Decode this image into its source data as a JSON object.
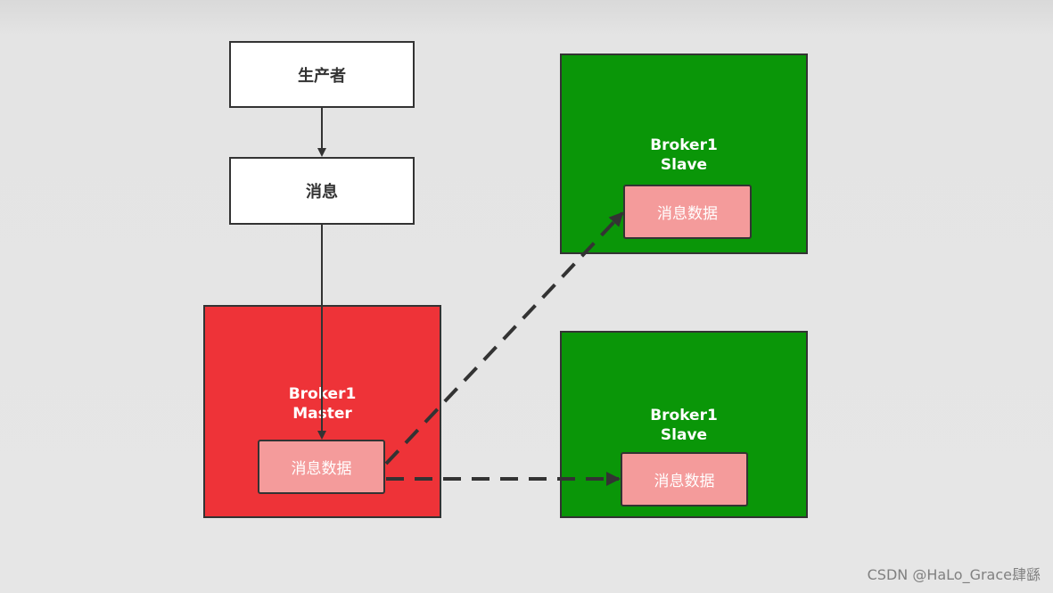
{
  "colors": {
    "master_fill": "#ee3338",
    "slave_fill": "#0a9608",
    "data_fill": "#f49b9b",
    "node_fill": "#ffffff",
    "stroke": "#333333"
  },
  "nodes": {
    "producer": "生产者",
    "message": "消息",
    "master": {
      "name": "Broker1",
      "role": "Master",
      "data": "消息数据"
    },
    "slave_top": {
      "name": "Broker1",
      "role": "Slave",
      "data": "消息数据"
    },
    "slave_bottom": {
      "name": "Broker1",
      "role": "Slave",
      "data": "消息数据"
    }
  },
  "watermark": "CSDN @HaLo_Grace肆繇"
}
